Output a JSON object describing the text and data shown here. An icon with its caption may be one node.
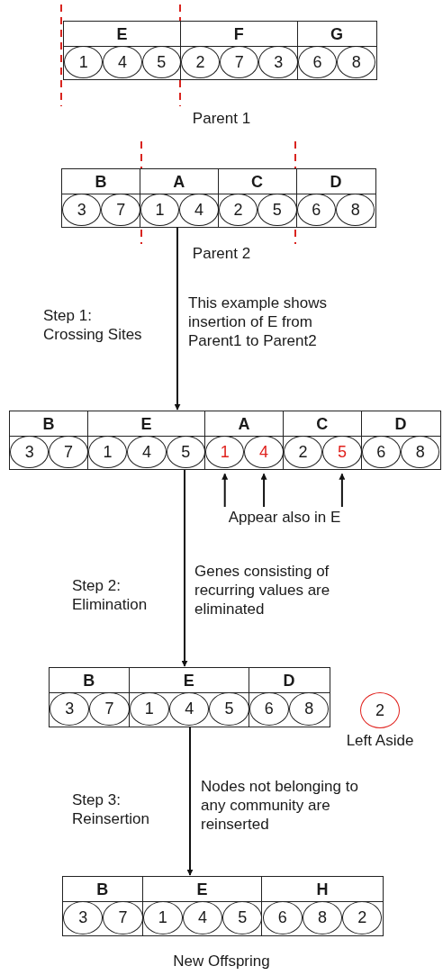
{
  "diagram": {
    "nodes": [
      {
        "text": [],
        "shape": "box",
        "beside": [
          "Parent 1"
        ]
      },
      {
        "text": [
          "E"
        ],
        "in": 0
      },
      {
        "text": [
          "1"
        ],
        "in": 1
      },
      {
        "text": [
          "4"
        ],
        "in": 1
      },
      {
        "text": [
          "5"
        ],
        "in": 1
      },
      {
        "text": [
          "F"
        ],
        "in": 0
      },
      {
        "text": [
          "2"
        ],
        "in": 5
      },
      {
        "text": [
          "7"
        ],
        "in": 5
      },
      {
        "text": [
          "3"
        ],
        "in": 5
      },
      {
        "text": [
          "G"
        ],
        "in": 0
      },
      {
        "text": [
          "6"
        ],
        "in": 9
      },
      {
        "text": [
          "8"
        ],
        "in": 9
      },
      {
        "text": [],
        "shape": "box",
        "beside": [
          "Parent 2"
        ]
      },
      {
        "text": [
          "B"
        ],
        "in": 12
      },
      {
        "text": [
          "3"
        ],
        "in": 13
      },
      {
        "text": [
          "7"
        ],
        "in": 13
      },
      {
        "text": [
          "A"
        ],
        "in": 12
      },
      {
        "text": [
          "1"
        ],
        "in": 16
      },
      {
        "text": [
          "4"
        ],
        "in": 16
      },
      {
        "text": [
          "C"
        ],
        "in": 12
      },
      {
        "text": [
          "2"
        ],
        "in": 19
      },
      {
        "text": [
          "5"
        ],
        "in": 19
      },
      {
        "text": [
          "D"
        ],
        "in": 12
      },
      {
        "text": [
          "6"
        ],
        "in": 22
      },
      {
        "text": [
          "8"
        ],
        "in": 22
      },
      {
        "text": [],
        "shape": "box"
      },
      {
        "text": [
          "B"
        ],
        "in": 25
      },
      {
        "text": [
          "3"
        ],
        "in": 26
      },
      {
        "text": [
          "7"
        ],
        "in": 26
      },
      {
        "text": [
          "E"
        ],
        "in": 25
      },
      {
        "text": [
          "1"
        ],
        "in": 29
      },
      {
        "text": [
          "4"
        ],
        "in": 29
      },
      {
        "text": [
          "5"
        ],
        "in": 29
      },
      {
        "text": [
          "A"
        ],
        "in": 25
      },
      {
        "text": [
          "1"
        ],
        "in": 33
      },
      {
        "text": [
          "4"
        ],
        "in": 33
      },
      {
        "text": [
          "C"
        ],
        "in": 25
      },
      {
        "text": [
          "2"
        ],
        "in": 36
      },
      {
        "text": [
          "5"
        ],
        "in": 36
      },
      {
        "text": [
          "D"
        ],
        "in": 25
      },
      {
        "text": [
          "6"
        ],
        "in": 39
      },
      {
        "text": [
          "8"
        ],
        "in": 39
      },
      {
        "text": [
          "Appear also in E"
        ]
      },
      {
        "text": [],
        "shape": "box"
      },
      {
        "text": [
          "B"
        ],
        "in": 43
      },
      {
        "text": [
          "3"
        ],
        "in": 44
      },
      {
        "text": [
          "7"
        ],
        "in": 44
      },
      {
        "text": [
          "E"
        ],
        "in": 43
      },
      {
        "text": [
          "1"
        ],
        "in": 47
      },
      {
        "text": [
          "4"
        ],
        "in": 47
      },
      {
        "text": [
          "5"
        ],
        "in": 47
      },
      {
        "text": [
          "D"
        ],
        "in": 43
      },
      {
        "text": [
          "6"
        ],
        "in": 51
      },
      {
        "text": [
          "8"
        ],
        "in": 51
      },
      {
        "text": [
          "2"
        ],
        "beside": [
          "Left Aside"
        ]
      },
      {
        "text": [],
        "shape": "box",
        "beside": [
          "New Offspring"
        ]
      },
      {
        "text": [
          "B"
        ],
        "in": 55
      },
      {
        "text": [
          "3"
        ],
        "in": 56
      },
      {
        "text": [
          "7"
        ],
        "in": 56
      },
      {
        "text": [
          "E"
        ],
        "in": 55
      },
      {
        "text": [
          "1"
        ],
        "in": 59
      },
      {
        "text": [
          "4"
        ],
        "in": 59
      },
      {
        "text": [
          "5"
        ],
        "in": 59
      },
      {
        "text": [
          "H"
        ],
        "in": 55
      },
      {
        "text": [
          "6"
        ],
        "in": 63
      },
      {
        "text": [
          "8"
        ],
        "in": 63
      },
      {
        "text": [
          "2"
        ],
        "in": 63
      }
    ],
    "edges": [
      {
        "from": 12,
        "to": 25,
        "arrow": "to",
        "label": "Step 1: Crossing Sites"
      },
      {
        "from": 42,
        "to": 34,
        "arrow": "to"
      },
      {
        "from": 42,
        "to": 35,
        "arrow": "to"
      },
      {
        "from": 42,
        "to": 38,
        "arrow": "to"
      },
      {
        "from": 25,
        "to": 43,
        "arrow": "to",
        "label": "Step 2: Elimination"
      },
      {
        "from": 43,
        "to": 55,
        "arrow": "to",
        "label": "Step 3: Reinsertion"
      }
    ],
    "labels": [
      "This example shows insertion of E from Parent1 to Parent2",
      "Genes consisting of recurring values are eliminated",
      "Nodes not belonging to any community are reinserted"
    ]
  }
}
